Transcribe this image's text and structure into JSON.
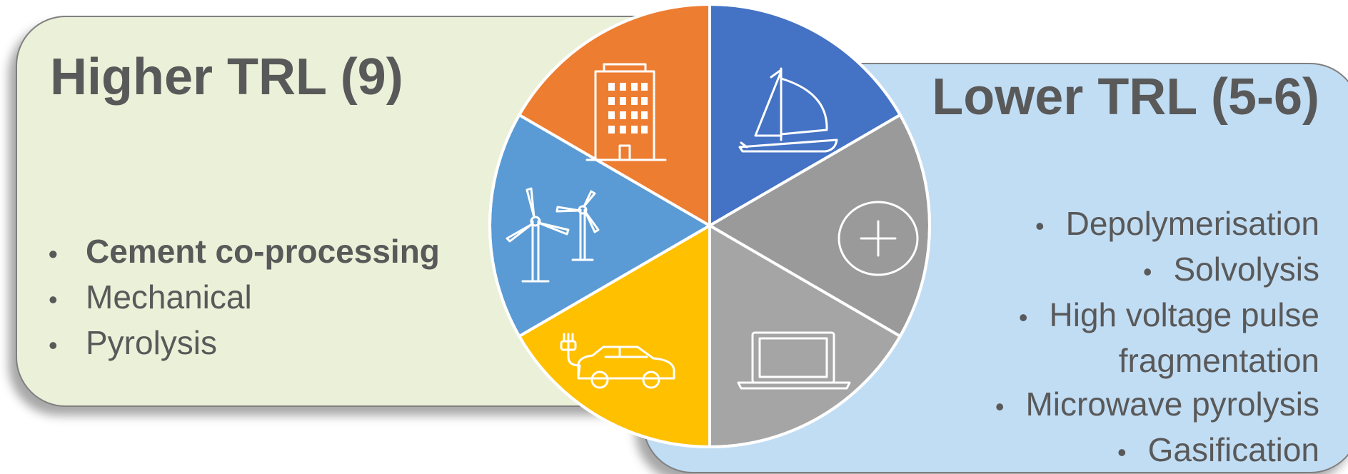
{
  "higher": {
    "title": "Higher TRL (9)",
    "items": [
      {
        "label": "Cement co-processing",
        "bold": true
      },
      {
        "label": "Mechanical",
        "bold": false
      },
      {
        "label": "Pyrolysis",
        "bold": false
      }
    ]
  },
  "lower": {
    "title": "Lower TRL (5-6)",
    "items": [
      {
        "label": "Depolymerisation",
        "bullet": true
      },
      {
        "label": "Solvolysis",
        "bullet": true
      },
      {
        "label": "High voltage pulse",
        "bullet": true
      },
      {
        "label": "fragmentation",
        "bullet": false
      },
      {
        "label": "Microwave pyrolysis",
        "bullet": true
      },
      {
        "label": "Gasification",
        "bullet": true
      }
    ]
  },
  "wheel": {
    "segments": [
      {
        "icon": "sailboat-icon",
        "color": "#4472c4"
      },
      {
        "icon": "medical-device-icon",
        "color": "#9a9a9a"
      },
      {
        "icon": "laptop-icon",
        "color": "#a5a5a5"
      },
      {
        "icon": "electric-car-icon",
        "color": "#ffc000"
      },
      {
        "icon": "wind-turbines-icon",
        "color": "#5b9bd5"
      },
      {
        "icon": "building-icon",
        "color": "#ed7d31"
      }
    ]
  },
  "colors": {
    "left_panel": "#ebf0d9",
    "right_panel": "#c1ddf4",
    "text": "#595959"
  }
}
